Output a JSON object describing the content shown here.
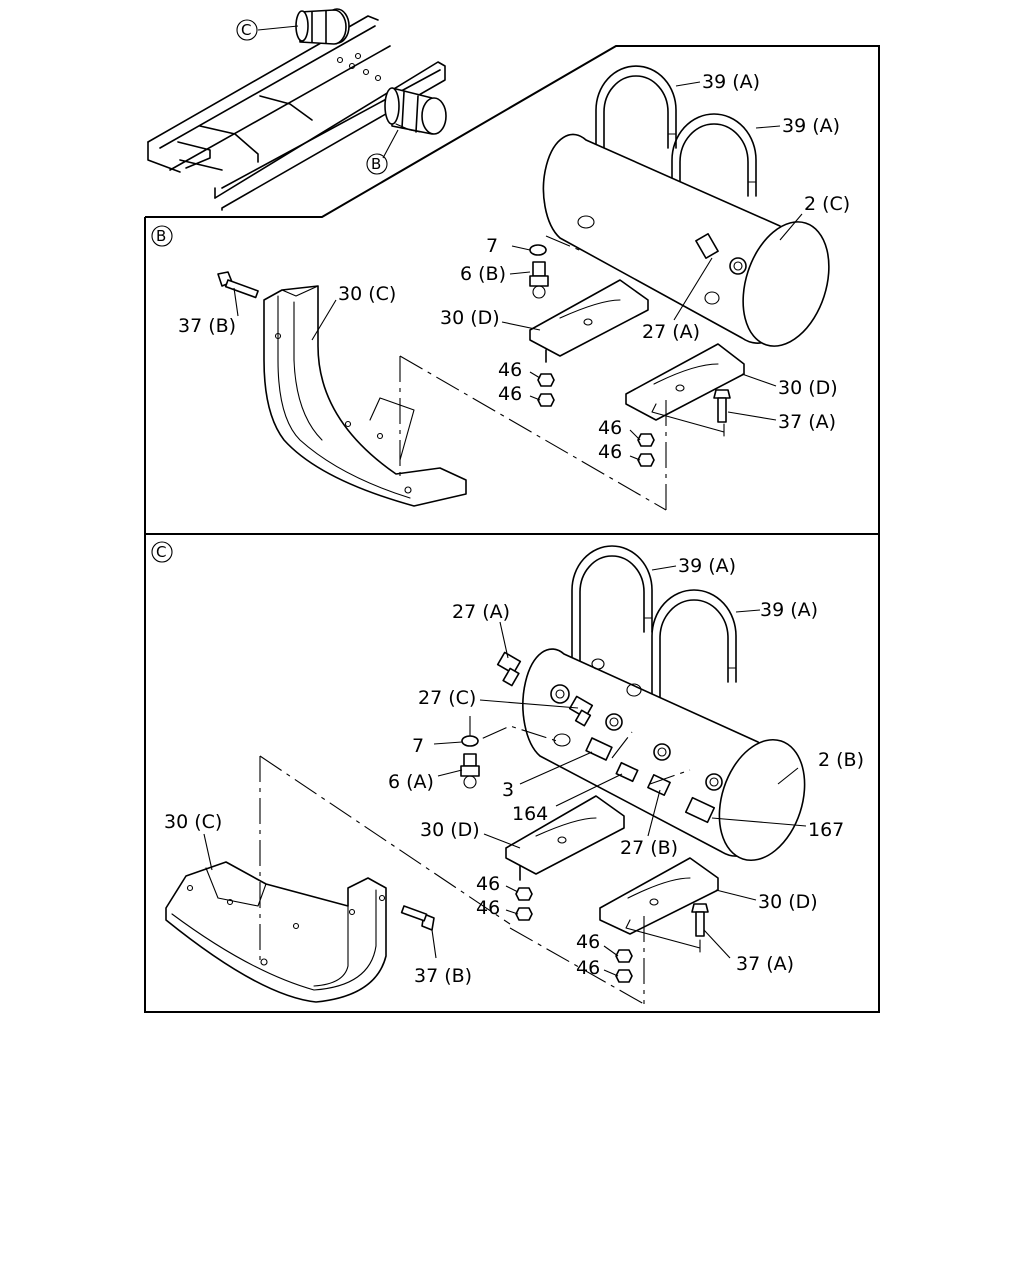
{
  "overview": {
    "callout_c": "C",
    "callout_b": "B"
  },
  "panel_b": {
    "tag": "B",
    "labels": {
      "l39a_1": "39 (A)",
      "l39a_2": "39 (A)",
      "l2c": "2 (C)",
      "l7": "7",
      "l6b": "6 (B)",
      "l30c": "30 (C)",
      "l37b": "37 (B)",
      "l30d_1": "30 (D)",
      "l27a": "27 (A)",
      "l46_1": "46",
      "l46_2": "46",
      "l30d_2": "30 (D)",
      "l37a": "37 (A)",
      "l46_3": "46",
      "l46_4": "46"
    }
  },
  "panel_c": {
    "tag": "C",
    "labels": {
      "l39a_1": "39 (A)",
      "l39a_2": "39 (A)",
      "l27a": "27 (A)",
      "l27c": "27 (C)",
      "l2b": "2 (B)",
      "l7": "7",
      "l6a": "6 (A)",
      "l3": "3",
      "l164": "164",
      "l167": "167",
      "l30c": "30 (C)",
      "l30d_1": "30 (D)",
      "l27b": "27 (B)",
      "l46_1": "46",
      "l46_2": "46",
      "l30d_2": "30 (D)",
      "l37b": "37 (B)",
      "l46_3": "46",
      "l46_4": "46",
      "l37a": "37 (A)"
    }
  }
}
